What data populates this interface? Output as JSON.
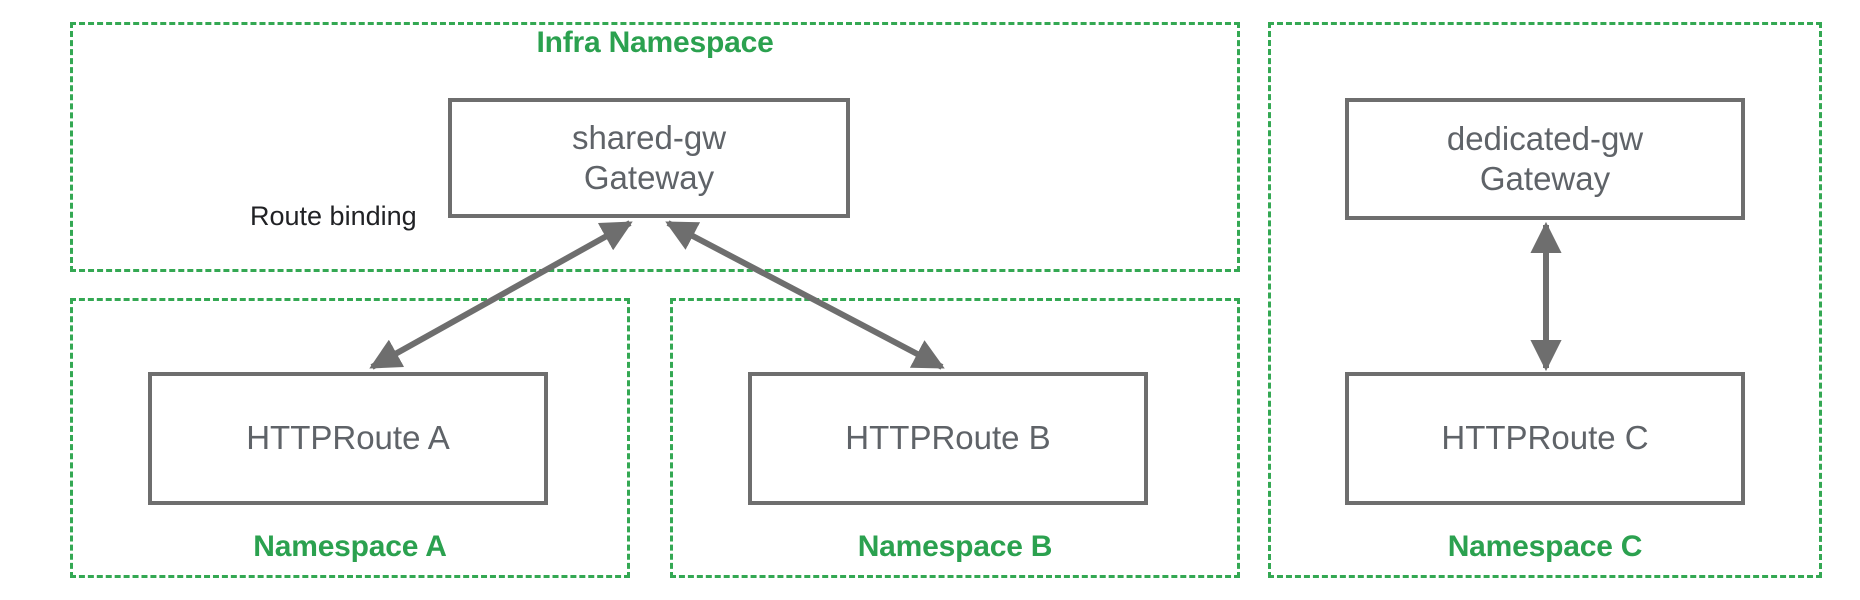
{
  "diagram": {
    "title_visible": false,
    "colors": {
      "namespace_border": "#34a853",
      "namespace_label": "#2ba14f",
      "resource_border": "#6e6e6e",
      "resource_text": "#5f6368",
      "edge_label_text": "#202124",
      "arrow": "#6e6e6e",
      "background": "#ffffff"
    }
  },
  "namespaces": {
    "infra": {
      "label": "Infra Namespace"
    },
    "a": {
      "label": "Namespace A"
    },
    "b": {
      "label": "Namespace B"
    },
    "c": {
      "label": "Namespace C"
    }
  },
  "resources": {
    "shared_gw": {
      "name": "shared-gw",
      "kind": "Gateway"
    },
    "dedicated_gw": {
      "name": "dedicated-gw",
      "kind": "Gateway"
    },
    "route_a": {
      "name": "HTTPRoute A"
    },
    "route_b": {
      "name": "HTTPRoute B"
    },
    "route_c": {
      "name": "HTTPRoute C"
    }
  },
  "edges": {
    "route_binding_label": "Route binding",
    "list": [
      {
        "from": "shared-gw Gateway",
        "to": "HTTPRoute A",
        "direction": "both"
      },
      {
        "from": "shared-gw Gateway",
        "to": "HTTPRoute B",
        "direction": "both"
      },
      {
        "from": "dedicated-gw Gateway",
        "to": "HTTPRoute C",
        "direction": "both"
      }
    ]
  }
}
